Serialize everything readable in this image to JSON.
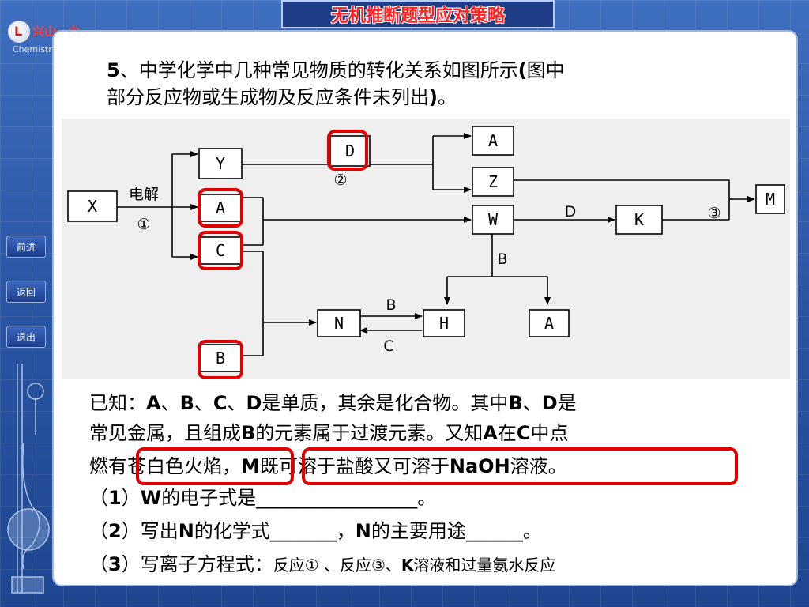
{
  "header": {
    "title": "无机推断题型应对策略"
  },
  "logo": {
    "school": "兴山一中",
    "subtitle": "Chemistry",
    "icon": "school-logo-icon"
  },
  "nav": {
    "forward": "前进",
    "back": "返回",
    "exit": "退出"
  },
  "question": {
    "num": "5",
    "sep": "、",
    "line1": "中学化学中几种常见物质的转化关系如图所示",
    "paren_open": "(",
    "line1b": "图中",
    "line2": "部分反应物或生成物及反应条件未列出",
    "paren_close": ")",
    "end": "。"
  },
  "diagram": {
    "nodes": {
      "X": "X",
      "Y": "Y",
      "A1": "A",
      "C": "C",
      "B": "B",
      "D": "D",
      "A2": "A",
      "Z": "Z",
      "W": "W",
      "K": "K",
      "M": "M",
      "N": "N",
      "H": "H",
      "A3": "A"
    },
    "labels": {
      "electrolysis": "电解",
      "circle1": "①",
      "circle2": "②",
      "circle3": "③",
      "D_edge": "D",
      "B_down": "B",
      "B_right": "B",
      "C_left": "C"
    }
  },
  "given": {
    "p1": "已知：",
    "s1": "A",
    "d1": "、",
    "s2": "B",
    "d2": "、",
    "s3": "C",
    "d3": "、",
    "s4": "D",
    "p2": "是单质，其余是化合物。其中",
    "s5": "B",
    "d4": "、",
    "s6": "D",
    "p3": "是",
    "p4": "常见金属，且组成",
    "s7": "B",
    "p5": "的元素属于过渡元素。又知",
    "s8": "A",
    "p6": "在",
    "s9": "C",
    "p7": "中点",
    "p8": "燃有苍白色火焰，",
    "s10": "M",
    "p9": "既可溶于盐酸又可溶于",
    "s11": "NaOH",
    "p10": "溶液。"
  },
  "items": {
    "q1_pre": "（",
    "q1_num": "1",
    "q1_mid": "）",
    "q1_w": "W",
    "q1_text": "的电子式是",
    "q1_blank": "_________________",
    "q1_end": "。",
    "q2_pre": "（",
    "q2_num": "2",
    "q2_mid": "）写出",
    "q2_n": "N",
    "q2_text": "的化学式",
    "q2_blank": "_______",
    "q2_comma": "，",
    "q2_n2": "N",
    "q2_text2": "的主要用途",
    "q2_blank2": "______",
    "q2_end": "。",
    "q3_pre": "（",
    "q3_num": "3",
    "q3_mid": "）写离子方程式：",
    "q3_small": "反应① 、反应③、",
    "q3_k": "K",
    "q3_end": "溶液和过量氨水反应"
  },
  "colors": {
    "highlight": "#e00000",
    "banner_text": "#ff2020",
    "background": "#2f5fae"
  }
}
